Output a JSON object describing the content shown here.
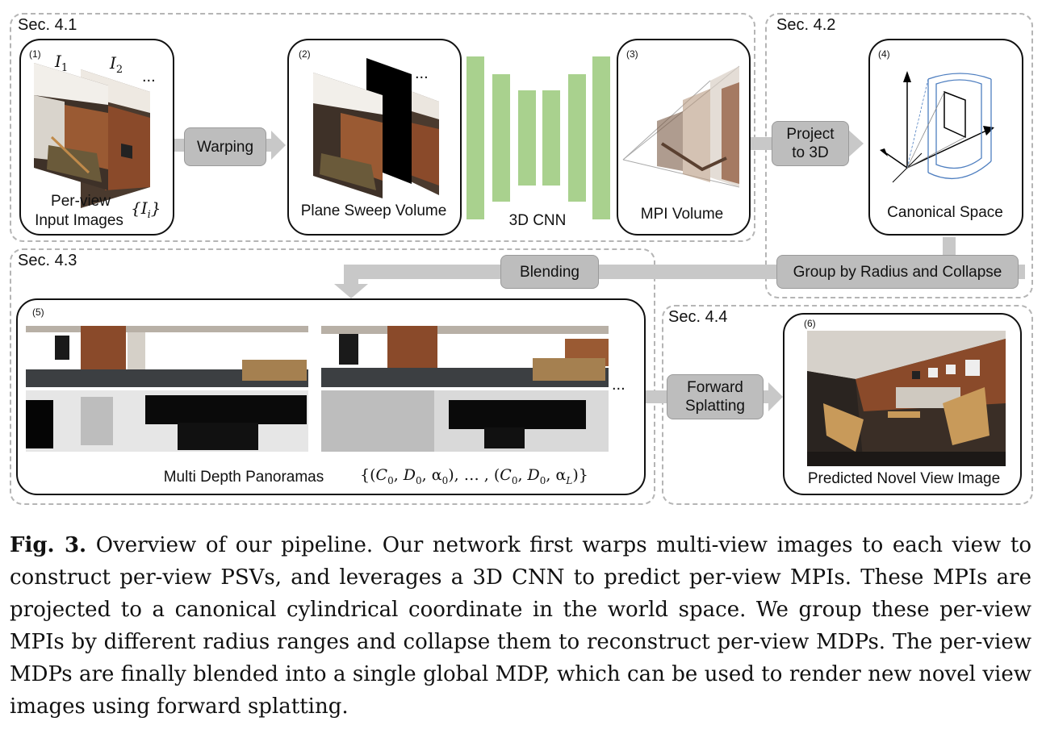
{
  "sections": {
    "s41": "Sec. 4.1",
    "s42": "Sec. 4.2",
    "s43": "Sec. 4.3",
    "s44": "Sec. 4.4"
  },
  "panels": {
    "p1": {
      "num": "(1)",
      "label_line1": "Per-view",
      "label_line2": "Input Images",
      "math": "{I_i}",
      "img1_label": "I_1",
      "img2_label": "I_2",
      "ellipsis": "..."
    },
    "p2": {
      "num": "(2)",
      "label": "Plane Sweep Volume",
      "ellipsis": "..."
    },
    "p3": {
      "num": "(3)",
      "label": "MPI Volume"
    },
    "p4": {
      "num": "(4)",
      "label": "Canonical Space"
    },
    "p5": {
      "num": "(5)",
      "label": "Multi Depth Panoramas",
      "math": "{(C_0, D_0, α_0), ..., (C_0, D_0, α_L)}",
      "ellipsis": "..."
    },
    "p6": {
      "num": "(6)",
      "label": "Predicted Novel View Image"
    }
  },
  "cnn_label": "3D CNN",
  "buttons": {
    "warping": "Warping",
    "project_line1": "Project",
    "project_line2": "to 3D",
    "group": "Group by Radius and Collapse",
    "blending": "Blending",
    "forward_line1": "Forward",
    "forward_line2": "Splatting"
  },
  "caption": {
    "fig": "Fig. 3.",
    "text": "Overview of our pipeline. Our network first warps multi-view images to each view to construct per-view PSVs, and leverages a 3D CNN to predict per-view MPIs. These MPIs are projected to a canonical cylindrical coordinate in the world space. We group these per-view MPIs by different radius ranges and collapse them to reconstruct per-view MDPs. The per-view MDPs are finally blended into a single global MDP, which can be used to render new novel view images using forward splatting."
  },
  "colors": {
    "cnn_green": "#a9d18e",
    "button_gray": "#bdbdbd",
    "arrow_gray": "#c8c8c8",
    "cylinder_blue": "#4f7fc0"
  }
}
